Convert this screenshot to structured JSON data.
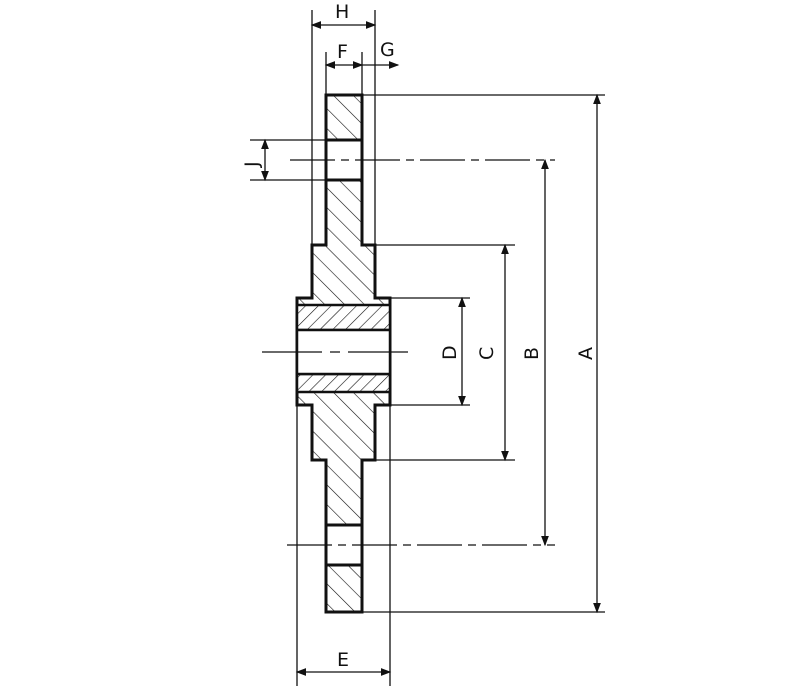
{
  "labels": {
    "A": "A",
    "B": "B",
    "C": "C",
    "D": "D",
    "E": "E",
    "F": "F",
    "G": "G",
    "H": "H",
    "J": "J"
  },
  "colors": {
    "line": "#111111",
    "background": "#ffffff"
  }
}
